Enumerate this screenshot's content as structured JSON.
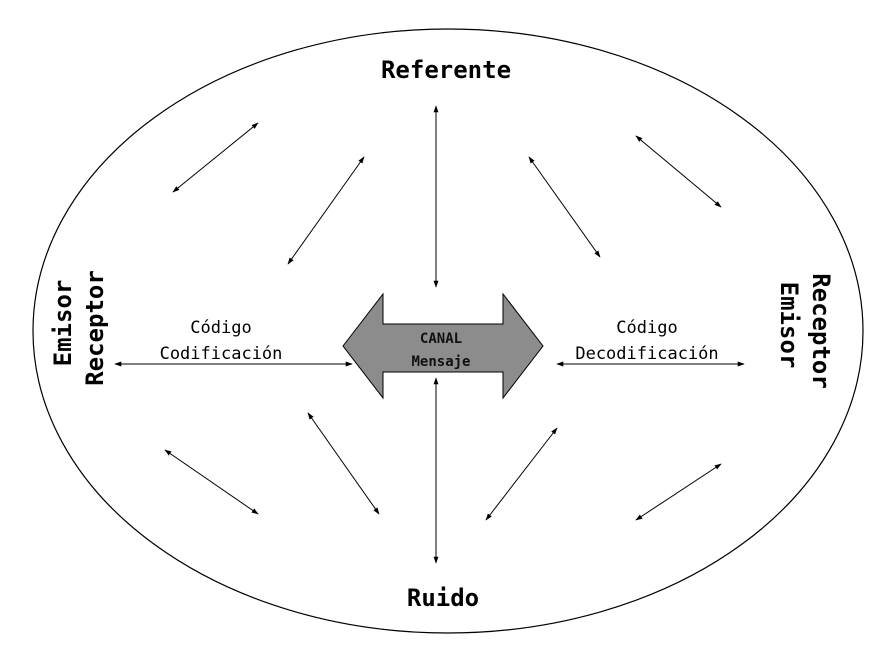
{
  "labels": {
    "referente": "Referente",
    "ruido": "Ruido",
    "left_emisor": "Emisor",
    "left_receptor": "Receptor",
    "right_receptor": "Receptor",
    "right_emisor": "Emisor",
    "left_codigo": "Código",
    "left_codificacion": "Codificación",
    "right_codigo": "Código",
    "right_decodificacion": "Decodificación",
    "canal": "CANAL",
    "mensaje": "Mensaje"
  },
  "colors": {
    "line": "#000000",
    "canal_fill": "#8c8c8c",
    "background": "#ffffff"
  }
}
